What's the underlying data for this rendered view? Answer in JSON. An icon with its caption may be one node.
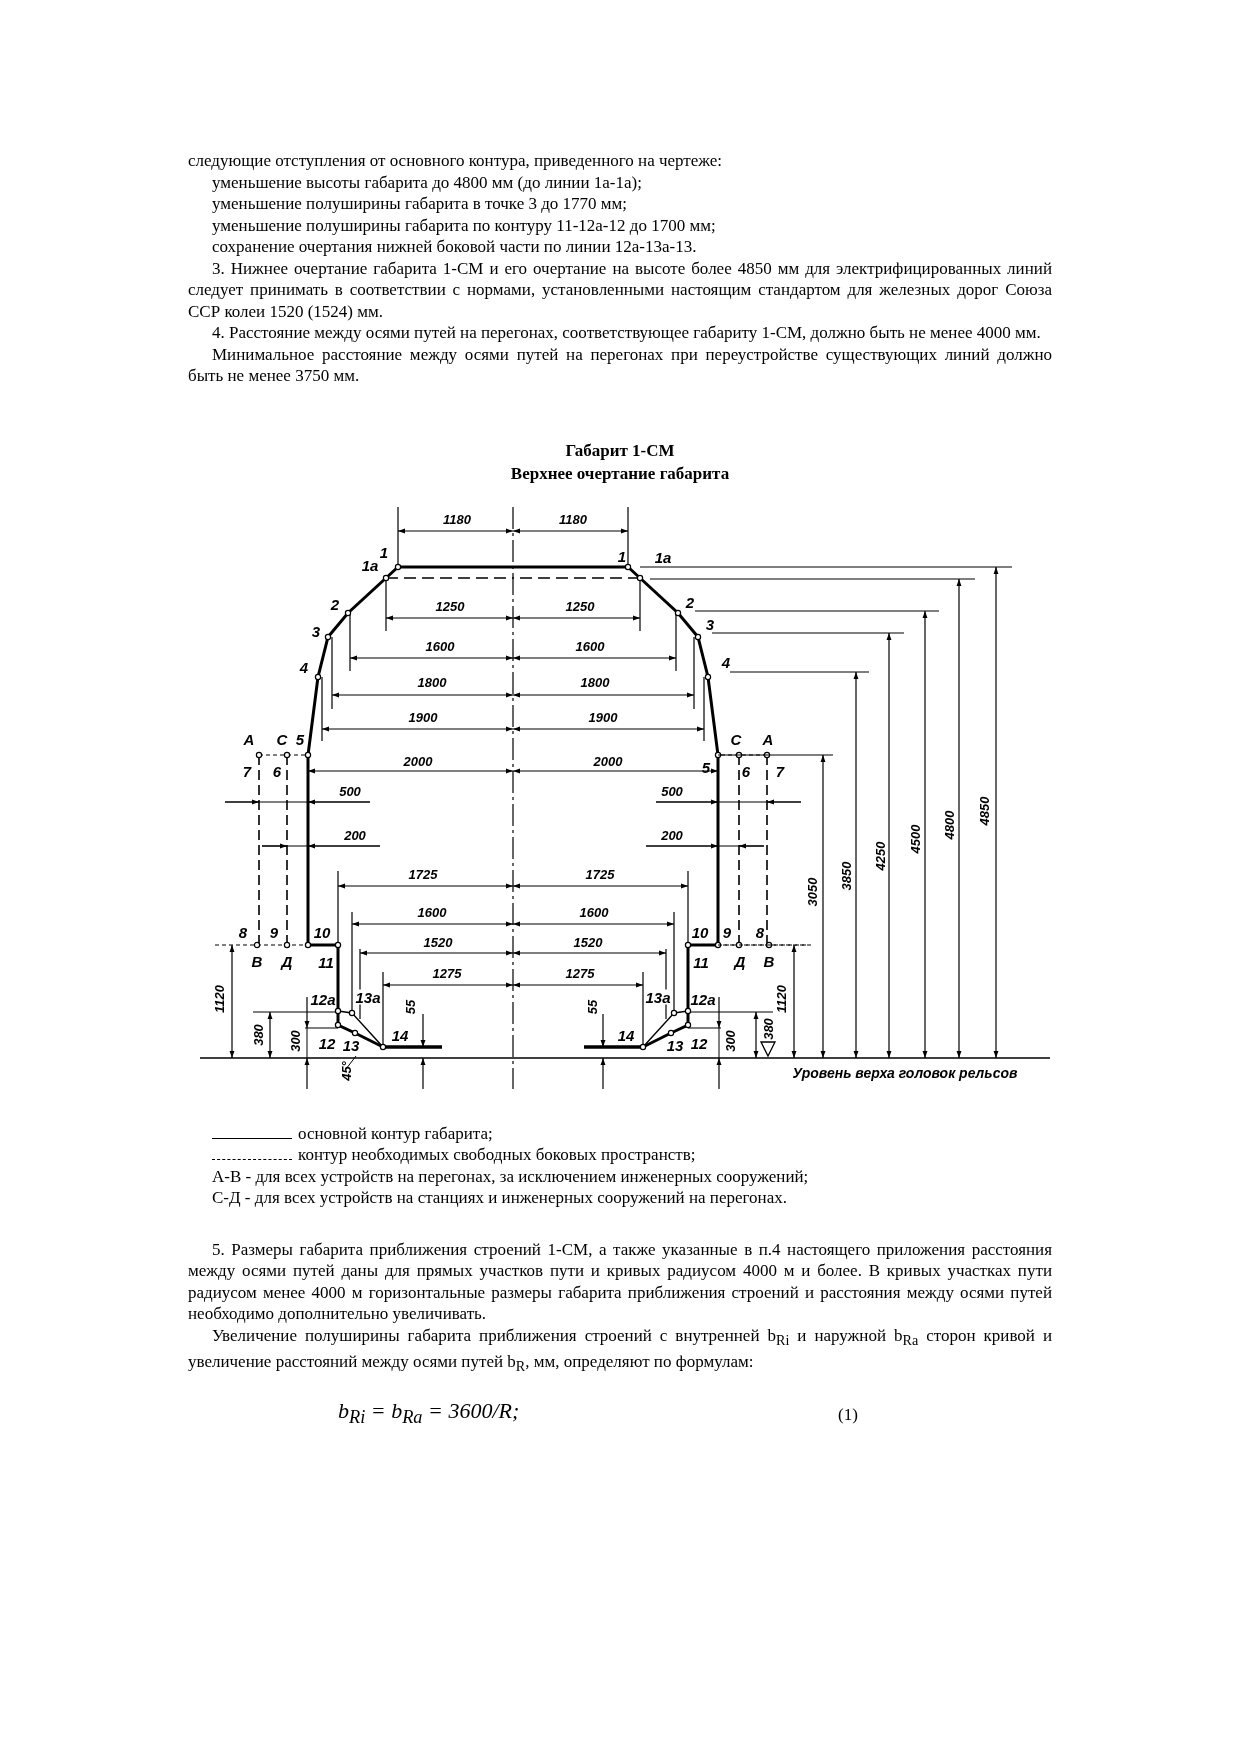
{
  "diagram": {
    "title": "Габарит 1-СМ",
    "labels": [
      "следующие отступления от основного контура, приведенного на чертеже:",
      "уменьшение высоты габарита до 4800 мм (до линии 1а-1а);",
      "уменьшение полуширины габарита в точке 3 до 1770 мм;",
      "уменьшение полуширины габарита по контуру 11-12а-12 до 1700 мм;",
      "сохранение очертания нижней боковой части по линии 12а-13а-13.",
      "3. Нижнее очертание габарита 1-СМ и его очертание на высоте более 4850 мм для электрифицированных линий следует принимать в соответствии с нормами, установленными настоящим стандартом для железных дорог Союза ССР колеи 1520 (1524) мм.",
      "4. Расстояние между осями путей на перегонах, соответствующее габариту 1-СМ, должно быть не менее 4000 мм.",
      "Минимальное расстояние между осями путей на перегонах при переустройстве существующих линий должно быть не менее 3750 мм.",
      "Верхнее очертание габарита",
      "1180",
      "1180",
      "1",
      "1",
      "1а",
      "1а",
      "2",
      "1250",
      "1250",
      "2",
      "3",
      "3",
      "1600",
      "1600",
      "4",
      "4",
      "1800",
      "1800",
      "1900",
      "1900",
      "А",
      "С",
      "5",
      "С",
      "А",
      "7",
      "6",
      "2000",
      "2000",
      "5",
      "6",
      "7",
      "500",
      "500",
      "4850",
      "4800",
      "4500",
      "4250",
      "3850",
      "3050",
      "200",
      "200",
      "1725",
      "1725",
      "1600",
      "1600",
      "8",
      "9",
      "10",
      "10",
      "9",
      "8",
      "1520",
      "1520",
      "В",
      "Д",
      "11",
      "11",
      "Д",
      "В",
      "1275",
      "1275",
      "1120",
      "12а",
      "13а",
      "13а",
      "12а",
      "1120",
      "55",
      "55",
      "380",
      "300",
      "12",
      "13",
      "14",
      "14",
      "13",
      "12",
      "300",
      "380",
      "45°",
      "Уровень верха головок рельсов",
      "А-В - для всех устройств на перегонах, за исключением инженерных сооружений;",
      "С-Д - для всех устройств на станциях и инженерных сооружений на перегонах.",
      "5. Размеры габарита приближения строений 1-СМ, а также указанные в п.4 настоящего приложения расстояния между осями путей даны для прямых участков пути и кривых радиусом 4000 м и более. В кривых участках пути радиусом менее 4000 м горизонтальные размеры габарита приближения строений и расстояния между осями путей необходимо дополнительно увеличивать.",
      "Увеличение полуширины габарита приближения строений с внутренней b$_{Ri}$ и наружной b$_{Ra}$ сторон кривой и увеличение расстояний между осями путей b$_{R}$, мм, определяют по формулам:",
      "b$_{Ri}$ = b$_{Ra}$ = 3600/R;",
      "(1)"
    ],
    "legend": [
      {
        "text": "основной контур габарита;"
      },
      {
        "text": "контур необходимых свободных боковых пространств;"
      }
    ]
  }
}
